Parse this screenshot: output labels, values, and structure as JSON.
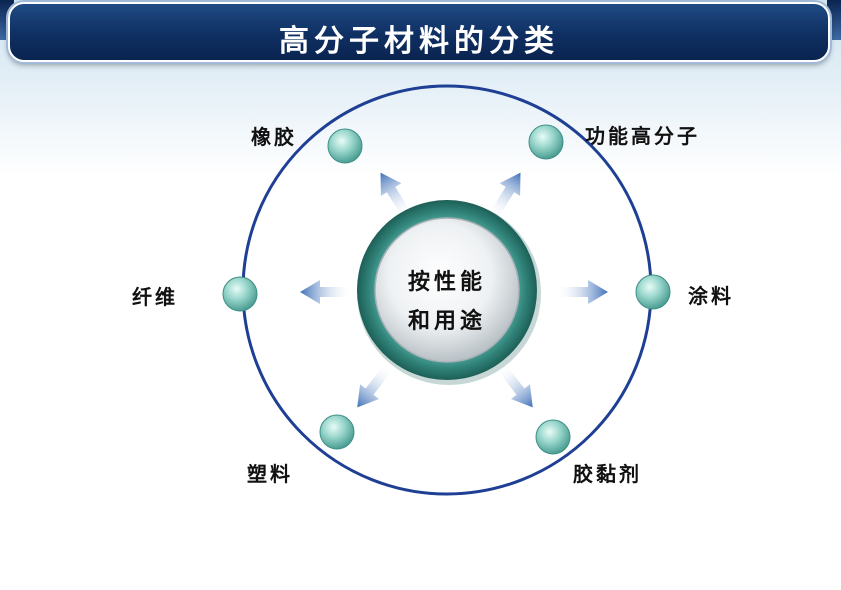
{
  "title": "高分子材料的分类",
  "center": {
    "line1": "按性能",
    "line2": "和用途"
  },
  "categories": {
    "rubber": "橡胶",
    "functional_polymer": "功能高分子",
    "fiber": "纤维",
    "coating": "涂料",
    "plastic": "塑料",
    "adhesive": "胶黏剂"
  }
}
